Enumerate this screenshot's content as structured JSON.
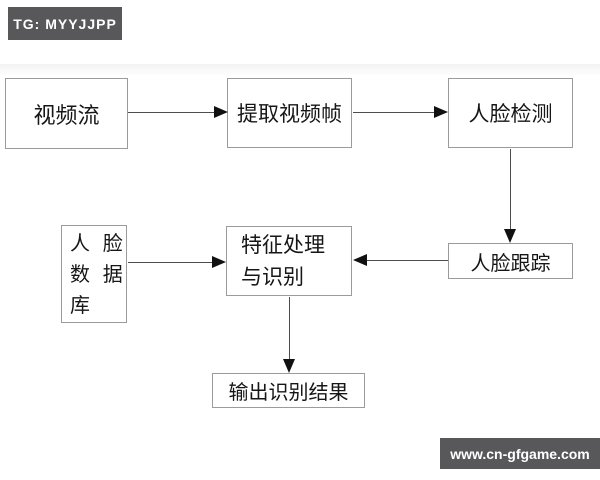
{
  "watermarks": {
    "telegram_badge": "TG: MYYJJPP",
    "website_badge": "www.cn-gfgame.com"
  },
  "colors": {
    "badge_bg": "#58585a",
    "badge_text": "#ffffff",
    "box_border": "#9b9b9b",
    "box_bg": "#ffffff",
    "line": "#4d4d4d",
    "arrow": "#111111",
    "text": "#161616",
    "background": "#ffffff",
    "page_band": "#f2f2f2"
  },
  "diagram": {
    "type": "flowchart",
    "nodes": [
      {
        "id": "video-stream",
        "label": "视频流"
      },
      {
        "id": "extract-frames",
        "label": "提取视频帧"
      },
      {
        "id": "face-detection",
        "label": "人脸检测"
      },
      {
        "id": "face-database",
        "label_lines": [
          "人  脸",
          "数  据",
          "库"
        ]
      },
      {
        "id": "feature-processing",
        "label_lines": [
          "特征处理",
          "与识别"
        ]
      },
      {
        "id": "face-tracking",
        "label": "人脸跟踪"
      },
      {
        "id": "output-result",
        "label": "输出识别结果"
      }
    ],
    "edges": [
      {
        "from": "video-stream",
        "to": "extract-frames"
      },
      {
        "from": "extract-frames",
        "to": "face-detection"
      },
      {
        "from": "face-detection",
        "to": "face-tracking"
      },
      {
        "from": "face-tracking",
        "to": "feature-processing"
      },
      {
        "from": "face-database",
        "to": "feature-processing"
      },
      {
        "from": "feature-processing",
        "to": "output-result"
      }
    ]
  }
}
